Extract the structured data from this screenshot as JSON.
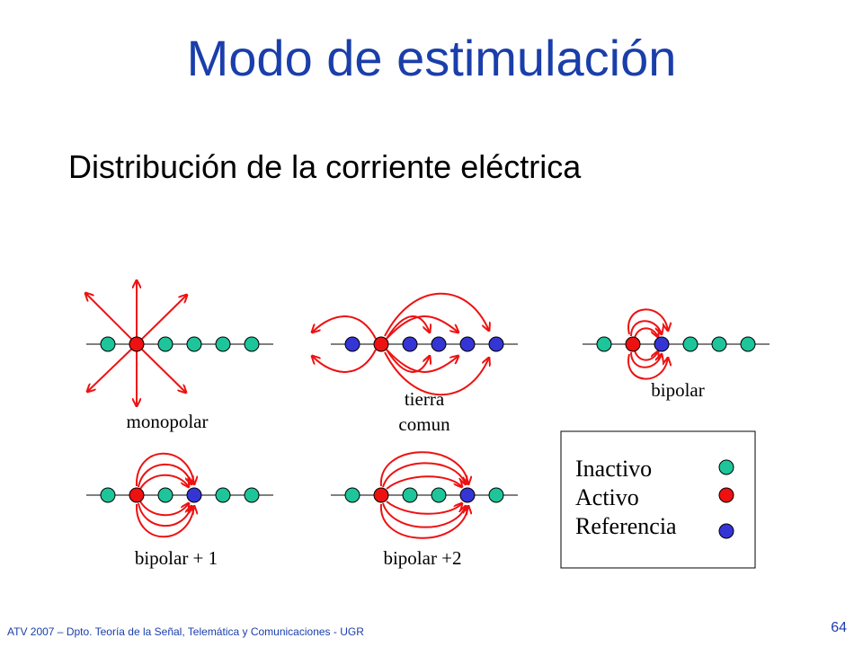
{
  "title": "Modo de estimulación",
  "subtitle": "Distribución de la corriente eléctrica",
  "footer": "ATV 2007 – Dpto. Teoría de la Señal, Telemática y Comunicaciones - UGR",
  "page_number": "64",
  "colors": {
    "inactive": "#1ec59a",
    "active": "#ee1111",
    "reference": "#3535d6",
    "arrow": "#ee1111",
    "title": "#1a3eaa"
  },
  "diagrams": {
    "monopolar": {
      "label": "monopolar",
      "electrodes": [
        "inactive",
        "active",
        "inactive",
        "inactive",
        "inactive",
        "inactive"
      ]
    },
    "tierra_comun": {
      "label_line1": "tierra",
      "label_line2": "comun",
      "electrodes": [
        "reference",
        "active",
        "reference",
        "reference",
        "reference",
        "reference"
      ]
    },
    "bipolar": {
      "label": "bipolar",
      "electrodes": [
        "inactive",
        "active",
        "reference",
        "inactive",
        "inactive",
        "inactive"
      ]
    },
    "bipolar_1": {
      "label": "bipolar + 1",
      "electrodes": [
        "inactive",
        "active",
        "inactive",
        "reference",
        "inactive",
        "inactive"
      ]
    },
    "bipolar_2": {
      "label": "bipolar +2",
      "electrodes": [
        "inactive",
        "active",
        "inactive",
        "inactive",
        "reference",
        "inactive"
      ]
    }
  },
  "legend": {
    "inactive": "Inactivo",
    "active": "Activo",
    "reference": "Referencia"
  }
}
